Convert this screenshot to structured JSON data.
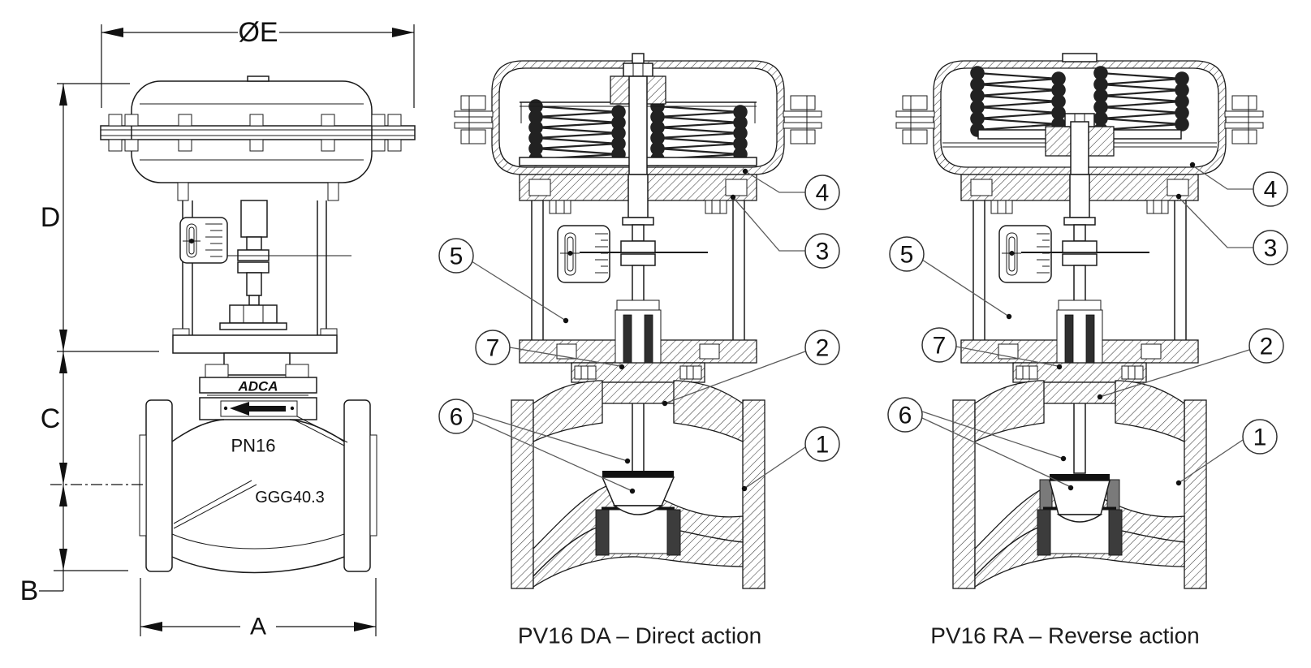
{
  "drawing": {
    "dimensions": {
      "diameter_top": "ØE",
      "actuator_height": "D",
      "bonnet_height": "C",
      "body_bottom": "B",
      "face_to_face": "A"
    },
    "markings": {
      "brand": "ADCA",
      "pressure_rating": "PN16",
      "material": "GGG40.3"
    },
    "callouts": {
      "c1": "1",
      "c2": "2",
      "c3": "3",
      "c4": "4",
      "c5": "5",
      "c6": "6",
      "c7": "7"
    },
    "captions": {
      "direct": "PV16 DA – Direct action",
      "reverse": "PV16 RA – Reverse action"
    }
  }
}
